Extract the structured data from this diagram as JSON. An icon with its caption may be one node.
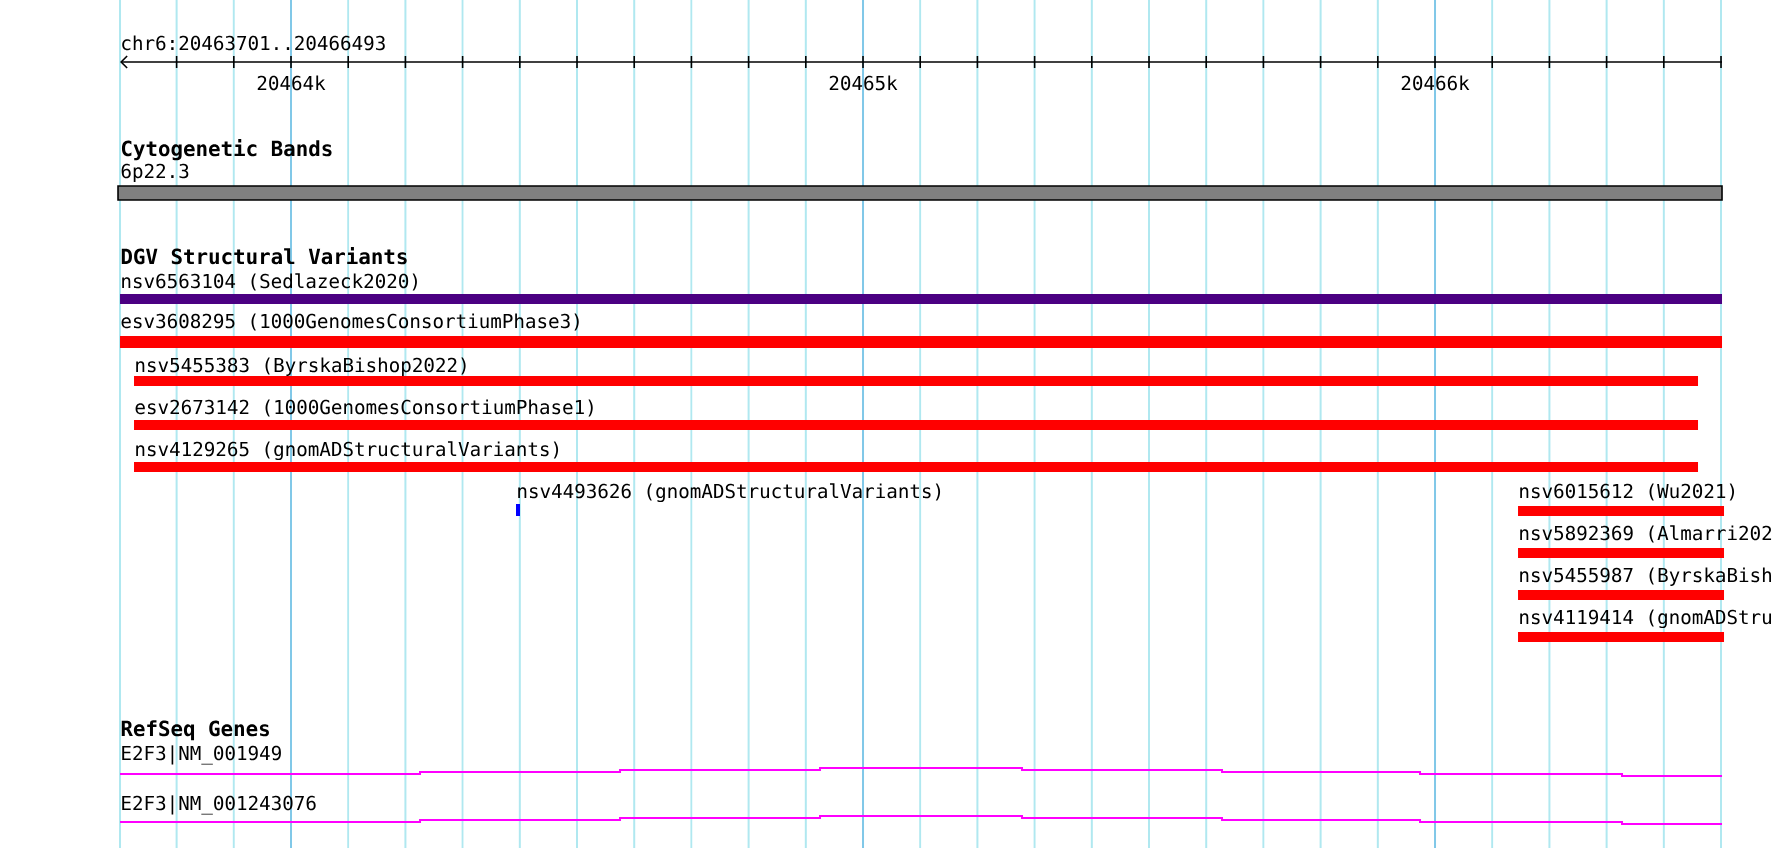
{
  "diagram": {
    "nodes": [
      {
        "text": [
          "6p22.3"
        ]
      },
      {
        "text": [
          "nsv6563104 (Sedlazeck2020)"
        ]
      },
      {
        "text": [
          "esv3608295 (1000GenomesConsortiumPhase3)"
        ]
      },
      {
        "text": [
          "nsv5455383 (ByrskaBishop2022)"
        ]
      },
      {
        "text": [
          "esv2673142 (1000GenomesConsortiumPhase1)"
        ]
      },
      {
        "text": [
          "nsv4129265 (gnomADStructuralVariants)"
        ]
      },
      {
        "text": [
          "nsv4493626 (gnomADStructuralVariants)"
        ]
      },
      {
        "text": [
          "nsv6015612 (Wu2021)"
        ]
      },
      {
        "text": [
          "nsv5892369 (Almarri202"
        ]
      },
      {
        "text": [
          "nsv5455987 (ByrskaBish"
        ]
      },
      {
        "text": [
          "nsv4119414 (gnomADStru"
        ]
      },
      {
        "text": [
          "E2F3|NM_001949"
        ]
      },
      {
        "text": [
          "E2F3|NM_001243076"
        ]
      }
    ],
    "labels": [
      "chr6:20463701..20466493",
      "20464k",
      "20465k",
      "20466k",
      "Cytogenetic Bands",
      "DGV Structural Variants",
      "RefSeq Genes"
    ]
  }
}
